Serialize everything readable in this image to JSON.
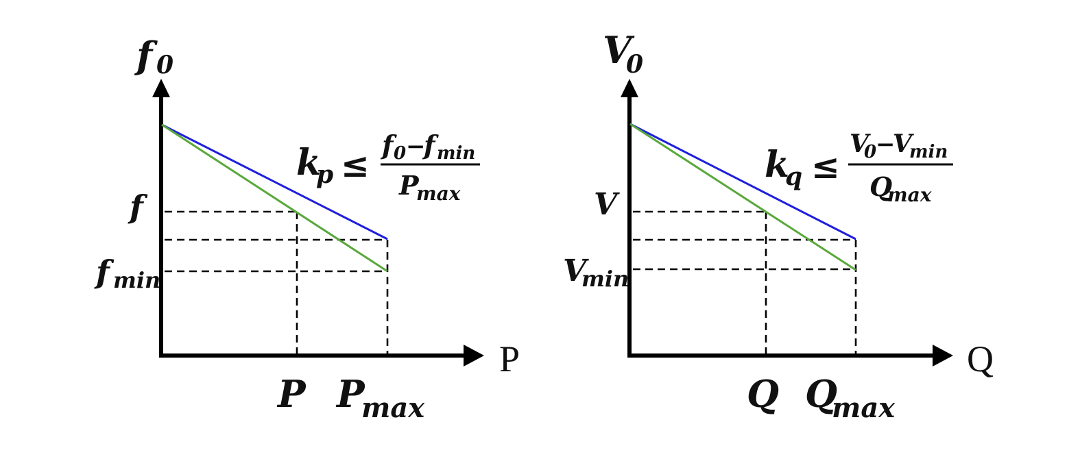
{
  "colors": {
    "axis": "#000000",
    "droop_max": "#1f1fdc",
    "droop_steep": "#5aa83c",
    "guides": "#000000"
  },
  "panels": [
    {
      "id": "frequency",
      "y_axis": {
        "base": "f",
        "sub": "0"
      },
      "x_axis_word": "P",
      "y_ticks": {
        "upper": {
          "base": "f",
          "sub": ""
        },
        "lower": {
          "base": "f",
          "sub": "min"
        }
      },
      "x_ticks": {
        "left": {
          "base": "P",
          "sub": ""
        },
        "right": {
          "base": "P",
          "sub": "max"
        }
      },
      "formula": {
        "lhs_base": "k",
        "lhs_sub": "p",
        "rel": "≤",
        "num_a": "f",
        "num_a_sub": "0",
        "minus": "−",
        "num_b": "f",
        "num_b_sub": "min",
        "den": "P",
        "den_sub": "max"
      }
    },
    {
      "id": "voltage",
      "y_axis": {
        "base": "V",
        "sub": "0"
      },
      "x_axis_word": "Q",
      "y_ticks": {
        "upper": {
          "base": "V",
          "sub": ""
        },
        "lower": {
          "base": "V",
          "sub": "min"
        }
      },
      "x_ticks": {
        "left": {
          "base": "Q",
          "sub": ""
        },
        "right": {
          "base": "Q",
          "sub": "max"
        }
      },
      "formula": {
        "lhs_base": "k",
        "lhs_sub": "q",
        "rel": "≤",
        "num_a": "V",
        "num_a_sub": "0",
        "minus": "−",
        "num_b": "V",
        "num_b_sub": "min",
        "den": "Q",
        "den_sub": "max"
      }
    }
  ]
}
